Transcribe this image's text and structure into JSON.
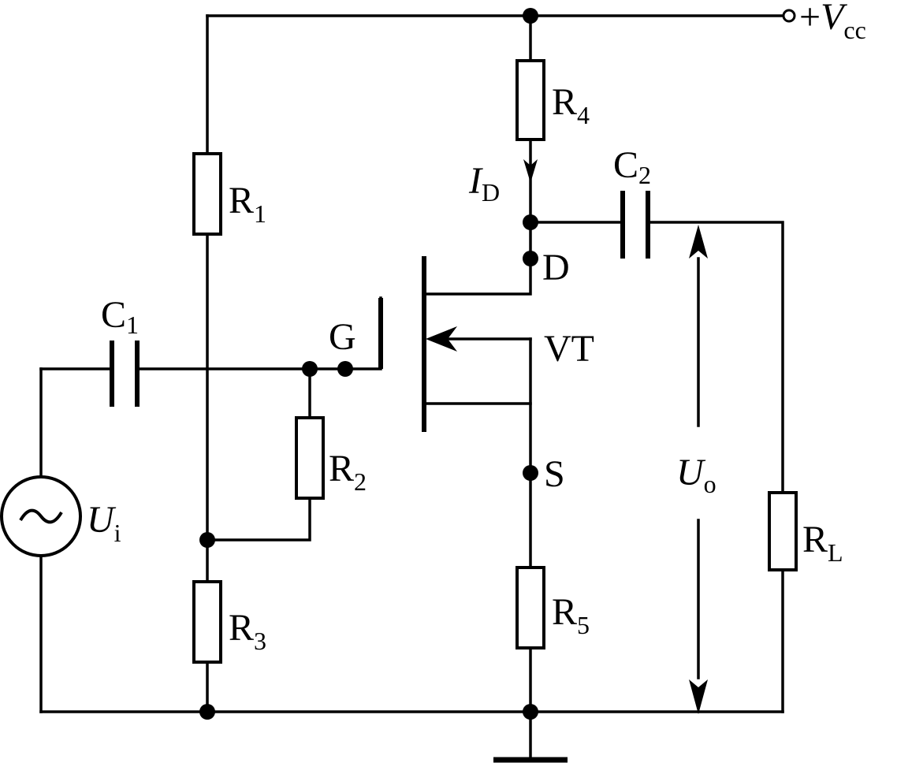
{
  "labels": {
    "vcc": {
      "prefix": "+",
      "main": "V",
      "sub": "cc"
    },
    "r1": {
      "main": "R",
      "sub": "1"
    },
    "r2": {
      "main": "R",
      "sub": "2"
    },
    "r3": {
      "main": "R",
      "sub": "3"
    },
    "r4": {
      "main": "R",
      "sub": "4"
    },
    "r5": {
      "main": "R",
      "sub": "5"
    },
    "rl": {
      "main": "R",
      "sub": "L"
    },
    "c1": {
      "main": "C",
      "sub": "1"
    },
    "c2": {
      "main": "C",
      "sub": "2"
    },
    "id": {
      "main": "I",
      "sub": "D"
    },
    "ui": {
      "main": "U",
      "sub": "i"
    },
    "uo": {
      "main": "U",
      "sub": "o"
    },
    "gate": "G",
    "drain": "D",
    "source": "S",
    "transistor": "VT",
    "source_symbol": "~"
  }
}
